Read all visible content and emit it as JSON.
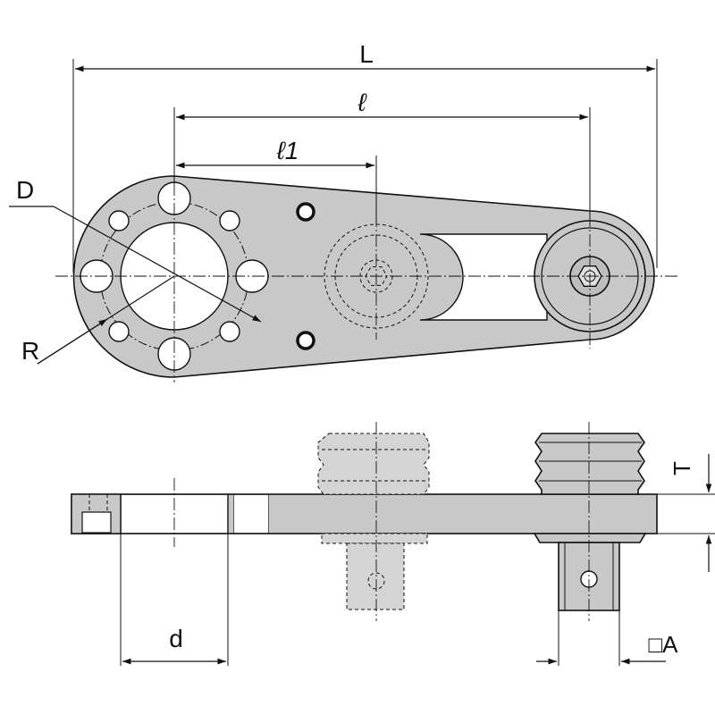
{
  "labels": {
    "L": "L",
    "l": "ℓ",
    "l1": "ℓ1",
    "D": "D",
    "R": "R",
    "d": "d",
    "T": "T",
    "A": "□A"
  },
  "colors": {
    "part_fill": "#c8c8c8",
    "line": "#111111",
    "background": "#ffffff"
  }
}
